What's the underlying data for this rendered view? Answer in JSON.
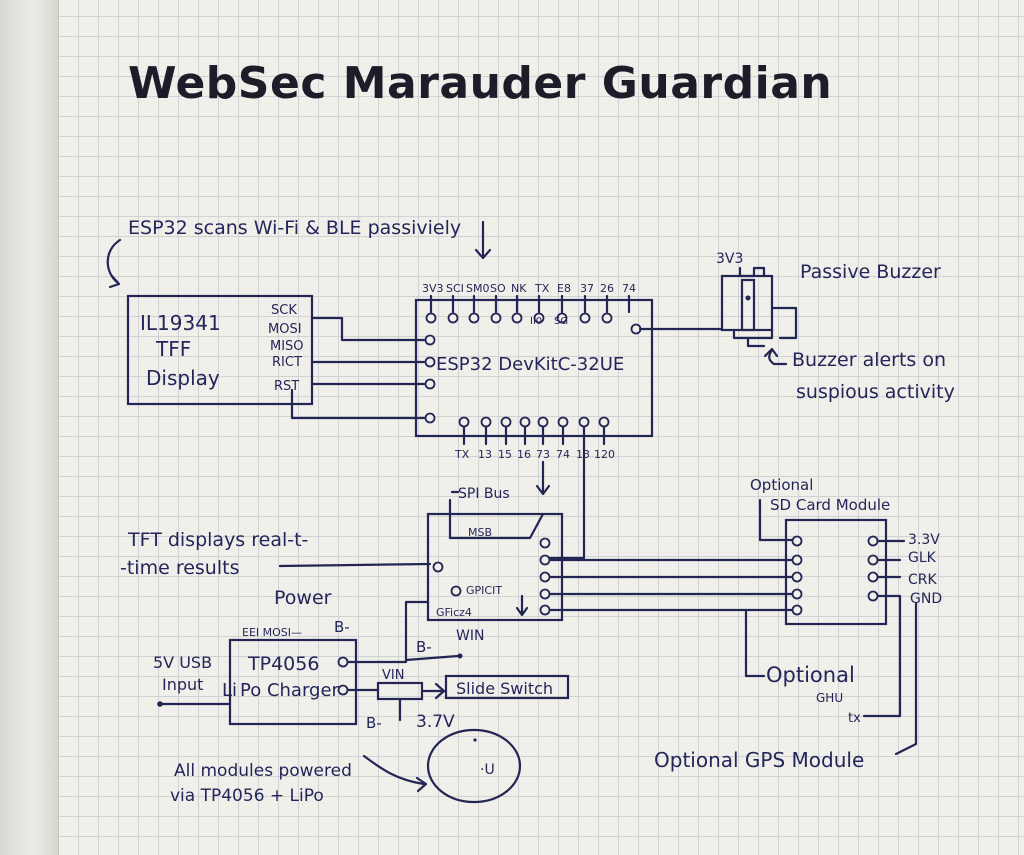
{
  "title": "WebSec Marauder Guardian",
  "notes": {
    "scan": "ESP32 scans Wi-Fi & BLE passiviely",
    "tft_line1": "TFT displays real-t-",
    "tft_line2": "-time results",
    "power": "Power",
    "all_modules_line1": "All modules powered",
    "all_modules_line2": "via TP4056 + LiPo",
    "buzzer_line1": "Buzzer alerts on",
    "buzzer_line2": "suspious activity",
    "optional_gps": "Optional GPS Module",
    "spi_bus": "SPI Bus"
  },
  "display": {
    "line1": "IL19341",
    "line2": "TFF",
    "line3": "Display",
    "pins": [
      "SCK",
      "MOSI",
      "MISO",
      "RICT",
      "RST"
    ]
  },
  "esp32": {
    "label": "ESP32 DevKitC-32UE",
    "top_pins": [
      "3V3",
      "SCI",
      "SM0",
      "SO",
      "NK",
      "TX",
      "E8",
      "37",
      "26",
      "74"
    ],
    "inner_pins": [
      "Il0",
      "SG"
    ],
    "bottom_pins": [
      "TX",
      "13",
      "15",
      "16",
      "73",
      "74",
      "13",
      "120"
    ]
  },
  "buzzer": {
    "supply": "3V3",
    "label": "Passive Buzzer"
  },
  "spi_module": {
    "label": "MSB",
    "gpio_a": "GPICIT",
    "gpio_b": "GFicz4"
  },
  "sd_module": {
    "line1": "Optional",
    "line2": "SD Card Module",
    "pins": [
      "3.3V",
      "GLK",
      "CRK",
      "GND"
    ]
  },
  "gps": {
    "label": "Optional",
    "pin1": "GHU",
    "pin2": "tx"
  },
  "charger": {
    "top_pins": "EEI MOSI—",
    "b_minus": "B-",
    "chip": "TP4056",
    "label": "Po Charger",
    "lip_prefix": "Li",
    "input_line1": "5V USB",
    "input_line2": "Input",
    "b_minus_2": "B-",
    "vin_label": "VIN",
    "win_label": "WIN",
    "b_minus_3": "B-"
  },
  "switch": {
    "label": "Slide Switch"
  },
  "battery": {
    "voltage": "3.7V",
    "mark": "·U"
  },
  "colors": {
    "ink": "#232654",
    "title_ink": "#1e1c29",
    "paper": "#f0efea",
    "grid": "#cfd3d4"
  }
}
